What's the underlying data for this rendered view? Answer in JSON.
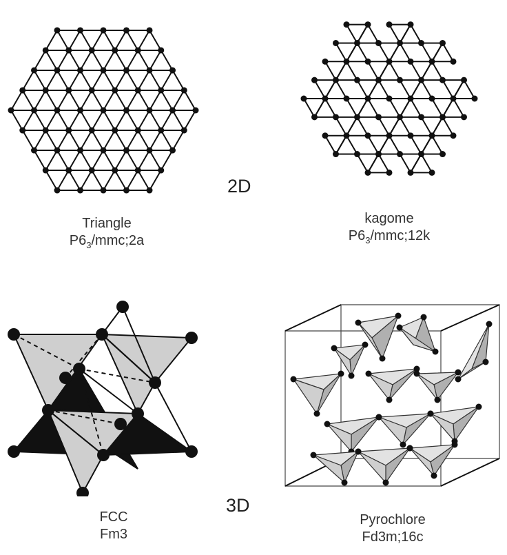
{
  "labels": {
    "dim_2d": "2D",
    "dim_3d": "3D"
  },
  "triangle": {
    "name": "Triangle",
    "space_group": "P6",
    "sub": "3",
    "rest": "/mmc;2a"
  },
  "kagome": {
    "name": "kagome",
    "space_group": "P6",
    "sub": "3",
    "rest": "/mmc;12k"
  },
  "fcc": {
    "name": "FCC",
    "space_group": "Fm3"
  },
  "pyrochlore": {
    "name": "Pyrochlore",
    "space_group": "Fd3m;16c"
  },
  "colors": {
    "ink": "#111111",
    "light_face": "#cfcfcf",
    "mid_face": "#a8a8a8",
    "dark_face": "#111111"
  }
}
